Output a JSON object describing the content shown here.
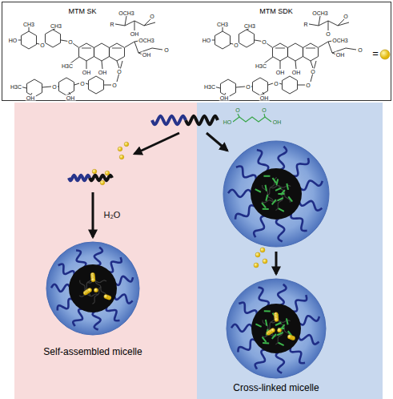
{
  "diagram": {
    "nodes": [
      {
        "text": [
          "MTM SK",
          "MTM SDK",
          "="
        ]
      },
      {
        "text": [
          "Self-assembled micelle"
        ]
      },
      {
        "text": [
          "Cross-linked micelle"
        ]
      }
    ],
    "labels": [
      "OCH3",
      "R",
      "O",
      "OH",
      "HO",
      "CH3",
      "O",
      "CH3",
      "O",
      "H3C",
      "OH",
      "OH",
      "O",
      "OCH3",
      "OH",
      "O",
      "H3C",
      "OH",
      "O",
      "O",
      "OH",
      "O",
      "OCH3",
      "R",
      "O",
      "O",
      "HO",
      "CH3",
      "O",
      "CH3",
      "O",
      "H3C",
      "OH",
      "OH",
      "O",
      "OCH3",
      "OH",
      "O",
      "H3C",
      "OH",
      "O",
      "O",
      "OH",
      "O",
      "HO",
      "O",
      "O",
      "OH",
      "H₂O"
    ]
  }
}
